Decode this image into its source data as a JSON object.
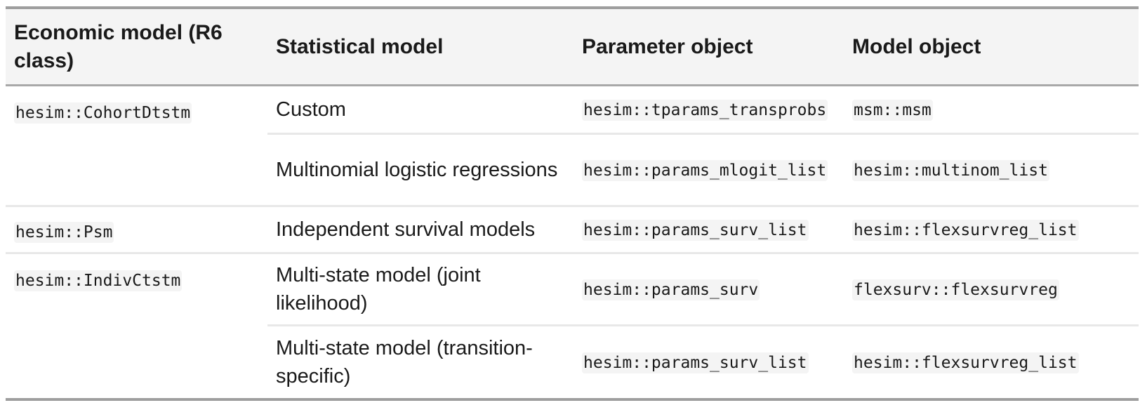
{
  "table": {
    "headers": [
      "Economic model (R6 class)",
      "Statistical model",
      "Parameter object",
      "Model object"
    ],
    "rows": [
      {
        "economic_model": "hesim::CohortDtstm",
        "statistical_model": "Custom",
        "parameter_object": "hesim::tparams_transprobs",
        "model_object": "msm::msm"
      },
      {
        "economic_model": "",
        "statistical_model": "Multinomial logistic regressions",
        "parameter_object": "hesim::params_mlogit_list",
        "model_object": "hesim::multinom_list"
      },
      {
        "economic_model": "hesim::Psm",
        "statistical_model": "Independent survival models",
        "parameter_object": "hesim::params_surv_list",
        "model_object": "hesim::flexsurvreg_list"
      },
      {
        "economic_model": "hesim::IndivCtstm",
        "statistical_model": "Multi-state model (joint likelihood)",
        "parameter_object": "hesim::params_surv",
        "model_object": "flexsurv::flexsurvreg"
      },
      {
        "economic_model": "",
        "statistical_model": "Multi-state model (transition-specific)",
        "parameter_object": "hesim::params_surv_list",
        "model_object": "hesim::flexsurvreg_list"
      }
    ]
  }
}
